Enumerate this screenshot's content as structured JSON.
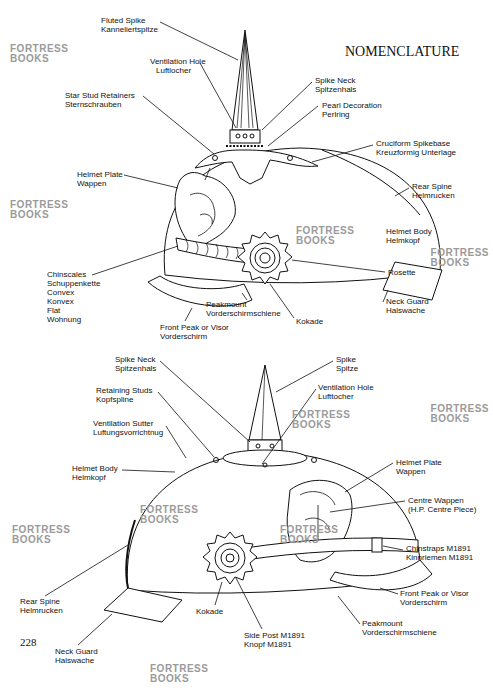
{
  "diagram": {
    "title": "NOMENCLATURE",
    "labels": [
      "Fluted Spike",
      "Kanneliertspitze",
      "Ventilation Hole",
      "Luftlocher",
      "Spike Neck",
      "Spitzenhals",
      "Pearl Decoration",
      "Perlring",
      "Star Stud Retainers",
      "Sternschrauben",
      "Cruciform Spikebase",
      "Kreuzformig Unterlage",
      "Helmet Plate",
      "Wappen",
      "Rear Spine",
      "Helmrucken",
      "Helmet Body",
      "Helmkopf",
      "Chinscales",
      "Schuppenkette",
      "Convex",
      "Konvex",
      "Flat",
      "Wohnung",
      "Rosette",
      "Neck Guard",
      "Halswache",
      "Peakmount",
      "Vorderschirmschiene",
      "Kokade",
      "Front Peak or Visor",
      "Vorderschirm",
      "Spike Neck",
      "Spitzenhals",
      "Spike",
      "Spitze",
      "Retaining Studs",
      "Kopfspline",
      "Ventilation Hole",
      "Lufttocher",
      "Ventilation Sutter",
      "Luftungsvorrichtnug",
      "Helmet Body",
      "Helmkopf",
      "Helmet Plate",
      "Wappen",
      "Centre Wappen",
      "(H.P. Centre Piece)",
      "Chinstraps M1891",
      "Kinnriemen M1891",
      "Front Peak or Visor",
      "Vorderschirm",
      "Rear Spine",
      "Helmrucken",
      "Kokade",
      "Peakmount",
      "Vorderschirmschiene",
      "Side Post M1891",
      "Knopf M1891",
      "Neck Guard",
      "Halswache",
      "228",
      "FORTRESS BOOKS",
      "FORTRESS BOOKS",
      "FORTRESS BOOKS",
      "FORTRESS BOOKS",
      "FORTRESS BOOKS",
      "FORTRESS BOOKS",
      "FORTRESS BOOKS",
      "FORTRESS BOOKS",
      "FORTRESS BOOKS",
      "FORTRESS BOOKS"
    ]
  }
}
